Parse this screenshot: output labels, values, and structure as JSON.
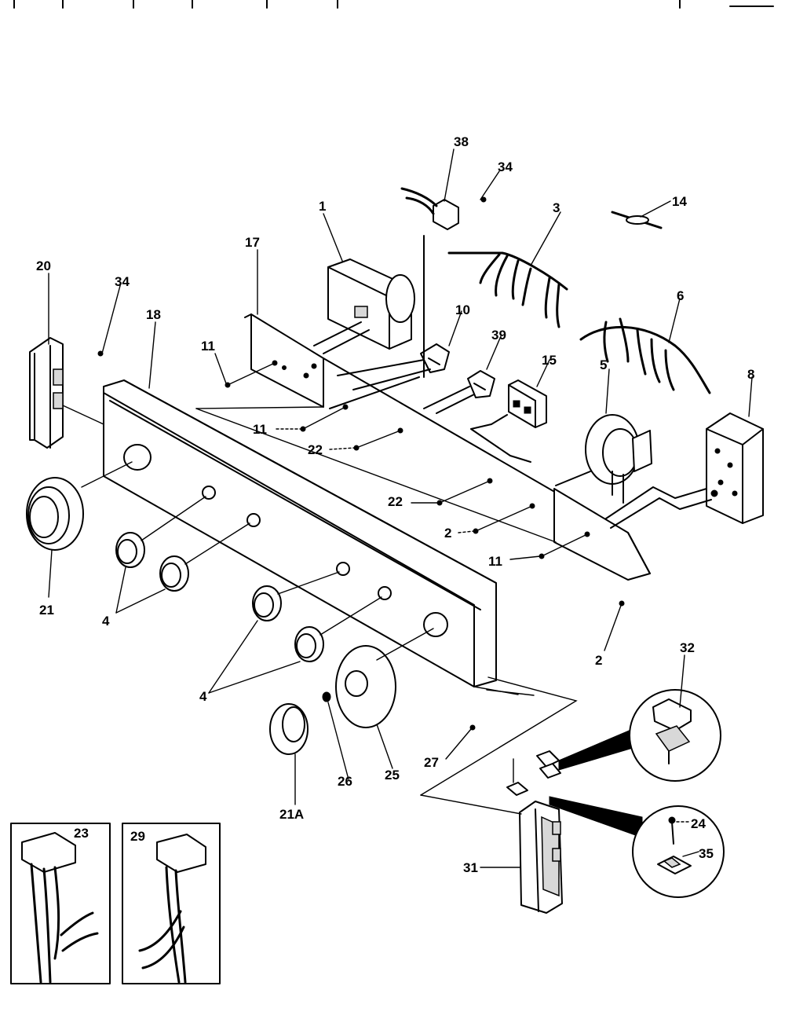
{
  "labels": {
    "p1": "1",
    "p2a": "2",
    "p2b": "2",
    "p3": "3",
    "p4a": "4",
    "p4b": "4",
    "p5": "5",
    "p6": "6",
    "p8": "8",
    "p10": "10",
    "p11a": "11",
    "p11b": "11",
    "p11c": "11",
    "p14": "14",
    "p15": "15",
    "p17": "17",
    "p18": "18",
    "p20": "20",
    "p21": "21",
    "p21a": "21A",
    "p22a": "22",
    "p22b": "22",
    "p23": "23",
    "p24": "24",
    "p25": "25",
    "p26": "26",
    "p27": "27",
    "p29": "29",
    "p31": "31",
    "p32": "32",
    "p34a": "34",
    "p34b": "34",
    "p35": "35",
    "p38": "38",
    "p39": "39"
  }
}
